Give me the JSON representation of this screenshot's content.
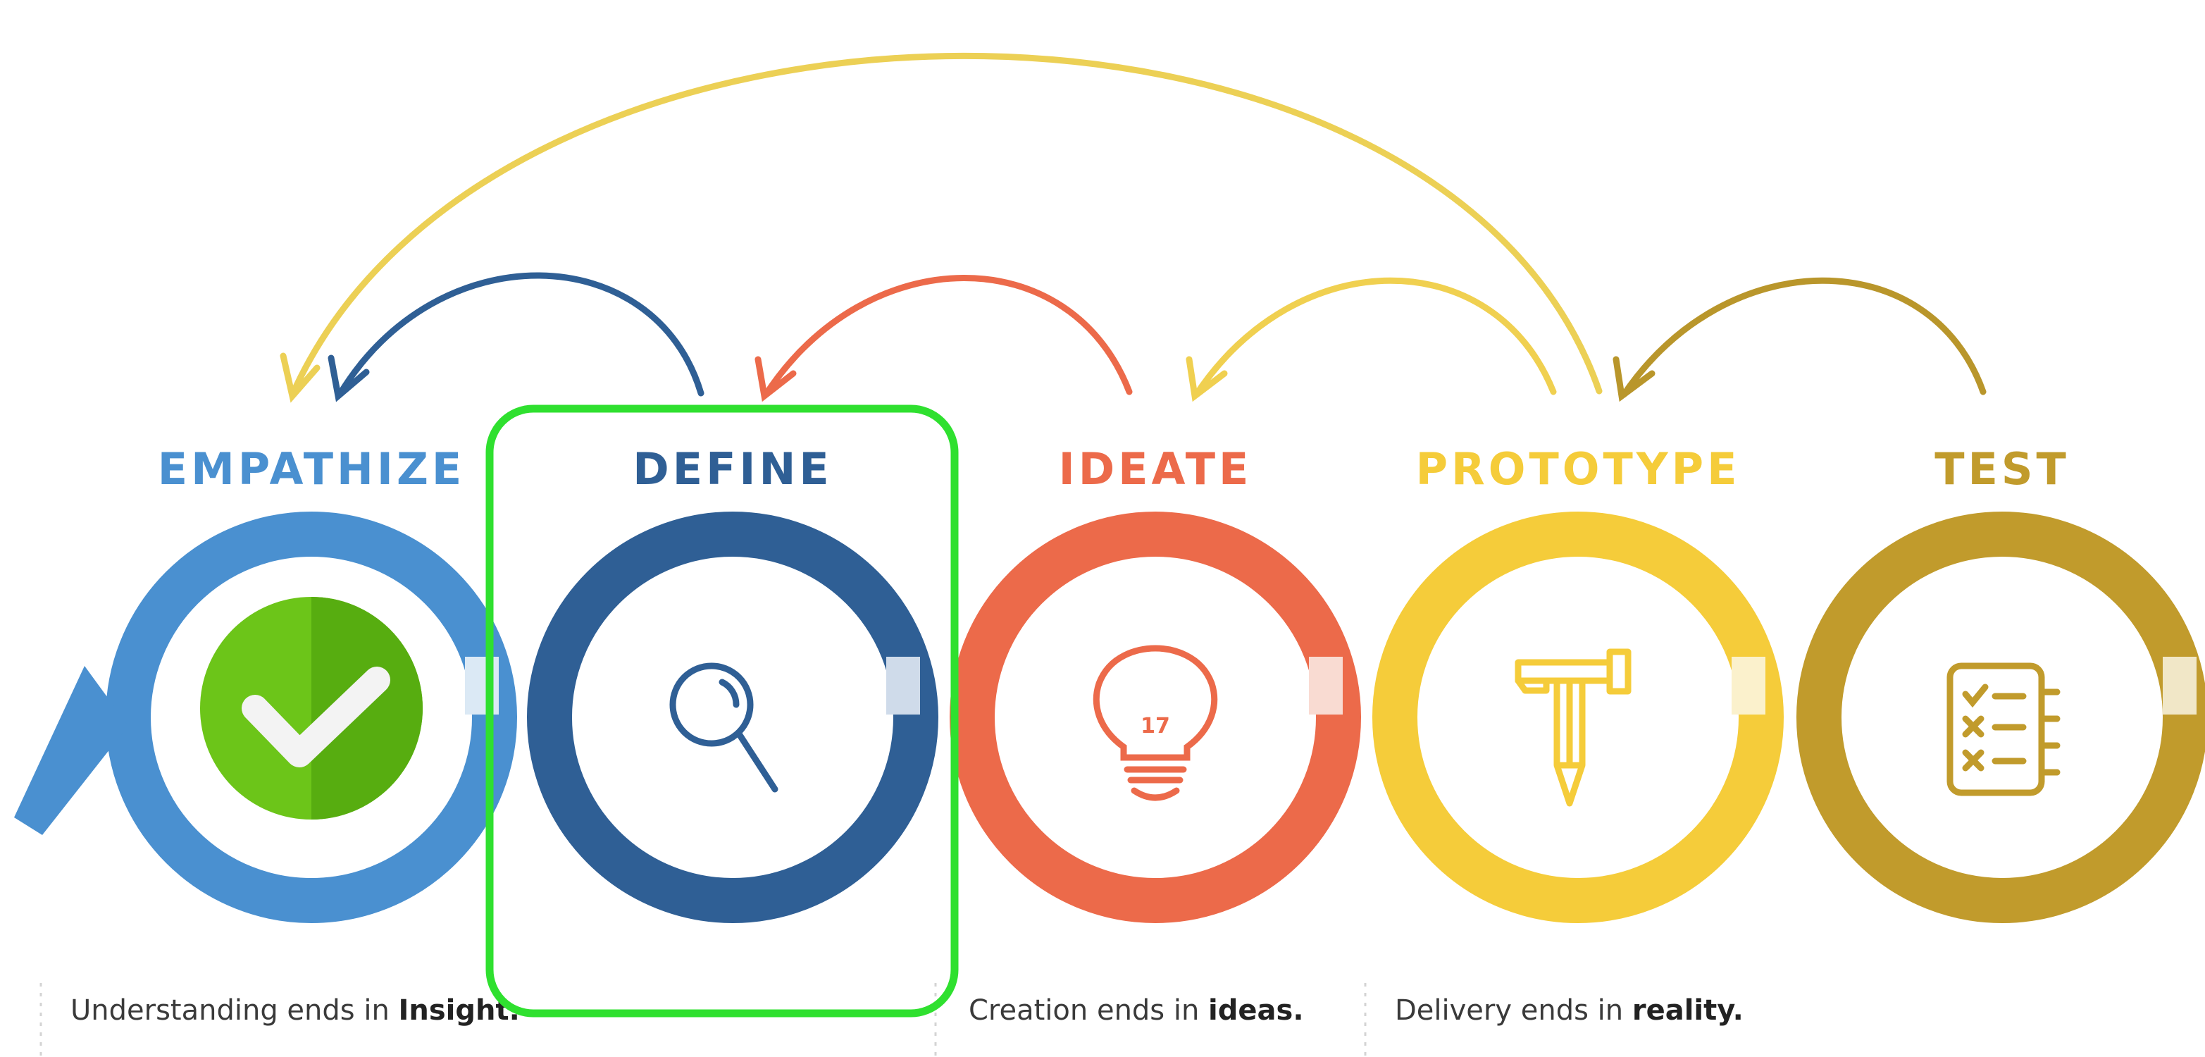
{
  "colors": {
    "empathize": "#4a90d0",
    "define": "#2f5f95",
    "ideate": "#ec6a4a",
    "prototype": "#f5cc3a",
    "test": "#c19b2c",
    "highlight": "#2fe02f",
    "check_circle": "#6cc519"
  },
  "stages": [
    {
      "title": "EMPATHIZE",
      "icon": "checkmark-icon"
    },
    {
      "title": "DEFINE",
      "icon": "magnifier-icon"
    },
    {
      "title": "IDEATE",
      "icon": "lightbulb-icon"
    },
    {
      "title": "PROTOTYPE",
      "icon": "hammer-pencil-icon"
    },
    {
      "title": "TEST",
      "icon": "checklist-icon"
    }
  ],
  "captions": [
    {
      "prefix": "Understanding ends in ",
      "emphasis": "Insight."
    },
    {
      "prefix": "Creation ends in ",
      "emphasis": "ideas."
    },
    {
      "prefix": "Delivery ends in ",
      "emphasis": "reality."
    }
  ],
  "icon_labels": {
    "bulb_number": "17"
  }
}
